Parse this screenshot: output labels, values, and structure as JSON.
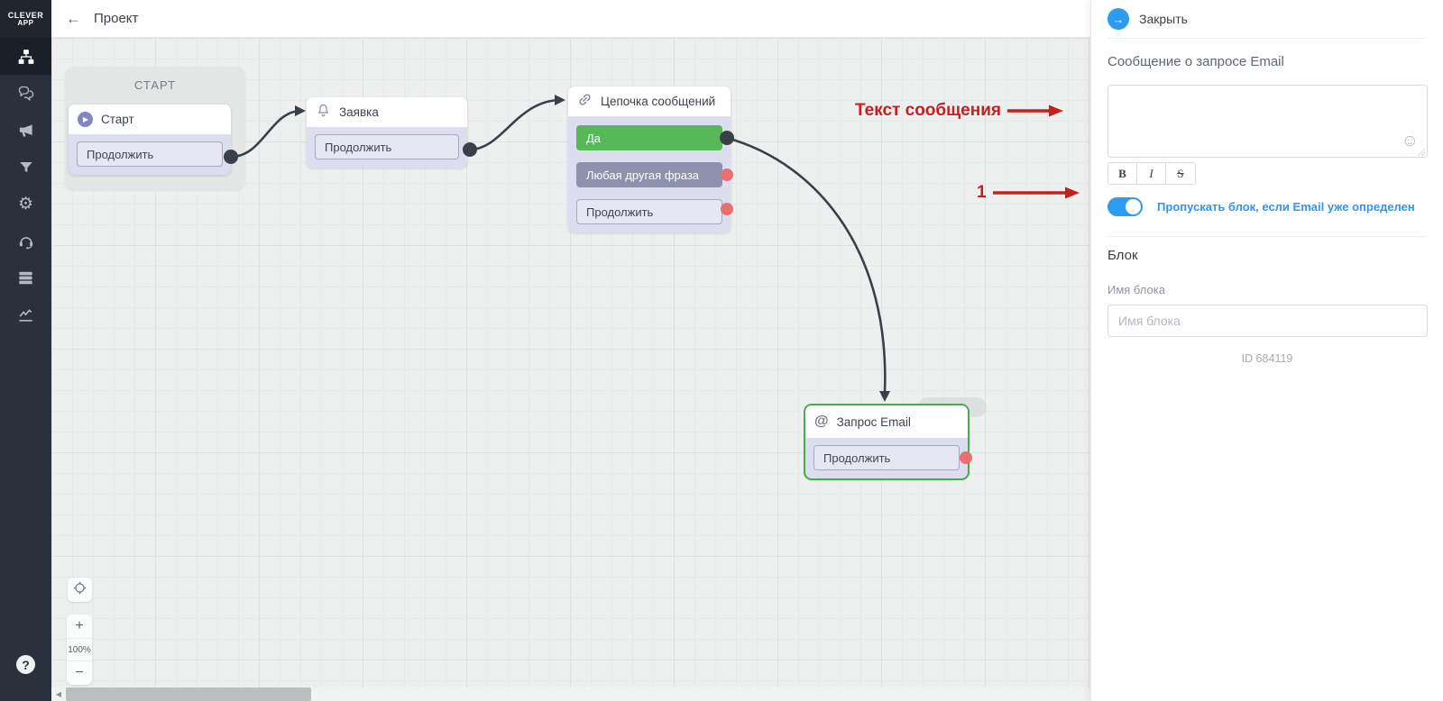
{
  "app": {
    "logo_line1": "CLEVER",
    "logo_line2": "APP"
  },
  "topbar": {
    "back": "←",
    "title": "Проект"
  },
  "sidebar": {
    "help": "?"
  },
  "canvas": {
    "group_label": "СТАРТ",
    "nodes": [
      {
        "title": "Старт",
        "icon": "play-icon",
        "buttons": [
          {
            "label": "Продолжить"
          }
        ]
      },
      {
        "title": "Заявка",
        "icon": "bell-icon",
        "buttons": [
          {
            "label": "Продолжить"
          }
        ]
      },
      {
        "title": "Цепочка сообщений",
        "icon": "link-icon",
        "buttons": [
          {
            "label": "Да"
          },
          {
            "label": "Любая другая фраза"
          },
          {
            "label": "Продолжить"
          }
        ]
      },
      {
        "title": "Запрос Email",
        "icon": "at-icon",
        "selected": true,
        "at_glyph": "@",
        "buttons": [
          {
            "label": "Продолжить"
          }
        ]
      }
    ],
    "play_glyph": "▶",
    "controls": {
      "zoom_in": "+",
      "zoom_level": "100%",
      "zoom_out": "−",
      "scroll_left_arrow": "◀"
    }
  },
  "annotations": {
    "message_text": "Текст сообщения",
    "toggle_number": "1"
  },
  "panel": {
    "close_arrow": "→",
    "close_label": "Закрыть",
    "message_label": "Сообщение о запросе Email",
    "message_value": "",
    "smiley": "☺",
    "format": {
      "bold": "B",
      "italic": "I",
      "strike": "S"
    },
    "toggle_label": "Пропускать блок, если Email уже определен",
    "toggle_on": true,
    "block_heading": "Блок",
    "block_name_label": "Имя блока",
    "block_name_placeholder": "Имя блока",
    "block_id": "ID 684119"
  },
  "colors": {
    "accent_blue": "#2d9bf0",
    "button_green": "#57b857",
    "button_gray_purple": "#8d91ae",
    "port_red": "#ea7070",
    "edge_dark": "#3a404a",
    "selected_border_green": "#47ad49",
    "annotation_red": "#c51f1f",
    "sidebar_bg": "#2b313c",
    "node_body_lavender": "#dcddee"
  }
}
